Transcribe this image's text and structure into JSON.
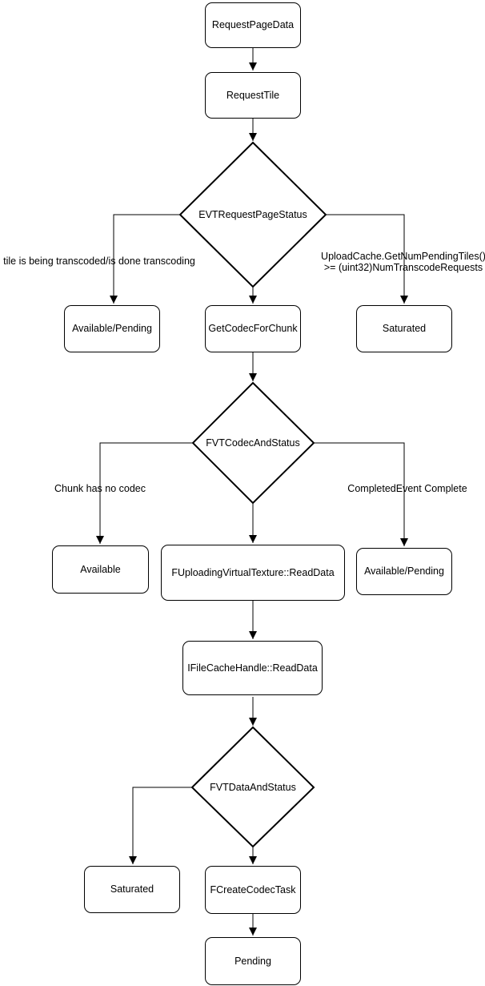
{
  "nodes": {
    "request_page_data": {
      "label": "RequestPageData"
    },
    "request_tile": {
      "label": "RequestTile"
    },
    "available_pending_1": {
      "label": "Available/Pending"
    },
    "get_codec_for_chunk": {
      "label": "GetCodecForChunk"
    },
    "saturated_1": {
      "label": "Saturated"
    },
    "available": {
      "label": "Available"
    },
    "fuploading_virtual_texture_read_data": {
      "label": "FUploadingVirtualTexture::ReadData"
    },
    "available_pending_2": {
      "label": "Available/Pending"
    },
    "ifile_cache_handle_read_data": {
      "label": "IFileCacheHandle::ReadData"
    },
    "saturated_2": {
      "label": "Saturated"
    },
    "fcreate_codec_task": {
      "label": "FCreateCodecTask"
    },
    "pending": {
      "label": "Pending"
    }
  },
  "decisions": {
    "evt_request_page_status": {
      "label": "EVTRequestPageStatus"
    },
    "fvt_codec_and_status": {
      "label": "FVTCodecAndStatus"
    },
    "fvt_data_and_status": {
      "label": "FVTDataAndStatus"
    }
  },
  "edge_labels": {
    "transcoding": "tile is being transcoded/is done transcoding",
    "upload_cache_saturation": "UploadCache.GetNumPendingTiles()\n>= (uint32)NumTranscodeRequests",
    "chunk_has_no_codec": "Chunk has no codec",
    "completed_event_complete": "CompletedEvent Complete"
  },
  "colors": {
    "stroke": "#000000",
    "node_fill": "#ffffff",
    "text": "#000000",
    "background": "#ffffff"
  }
}
